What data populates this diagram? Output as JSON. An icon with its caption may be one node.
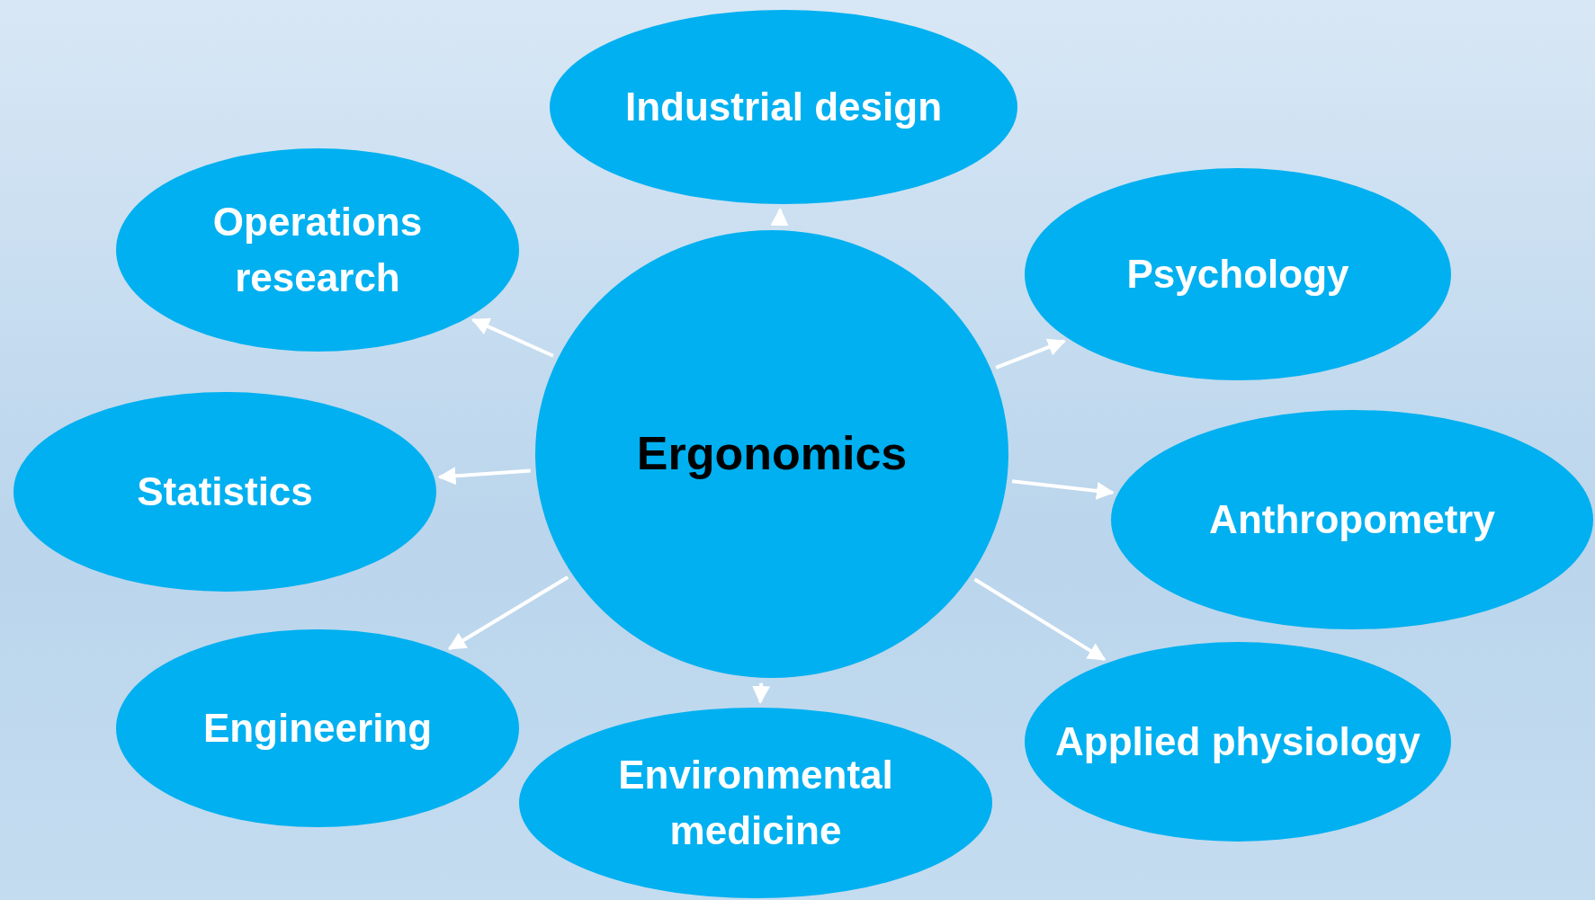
{
  "diagram": {
    "nodes": [
      {
        "text": [
          "Industrial design"
        ]
      },
      {
        "text": [
          "Operations research"
        ]
      },
      {
        "text": [
          "Psychology"
        ]
      },
      {
        "text": [
          "Ergonomics"
        ]
      },
      {
        "text": [
          "Statistics"
        ]
      },
      {
        "text": [
          "Anthropometry"
        ]
      },
      {
        "text": [
          "Engineering"
        ]
      },
      {
        "text": [
          "Applied physiology"
        ]
      },
      {
        "text": [
          "Environmental medicine"
        ]
      }
    ],
    "edges": [
      {
        "from": 3,
        "to": 0,
        "arrow": "to"
      },
      {
        "from": 3,
        "to": 1,
        "arrow": "to"
      },
      {
        "from": 3,
        "to": 2,
        "arrow": "to"
      },
      {
        "from": 3,
        "to": 4,
        "arrow": "to"
      },
      {
        "from": 3,
        "to": 5,
        "arrow": "to"
      },
      {
        "from": 3,
        "to": 6,
        "arrow": "to"
      },
      {
        "from": 3,
        "to": 7,
        "arrow": "to"
      },
      {
        "from": 3,
        "to": 8,
        "arrow": "to"
      }
    ]
  }
}
